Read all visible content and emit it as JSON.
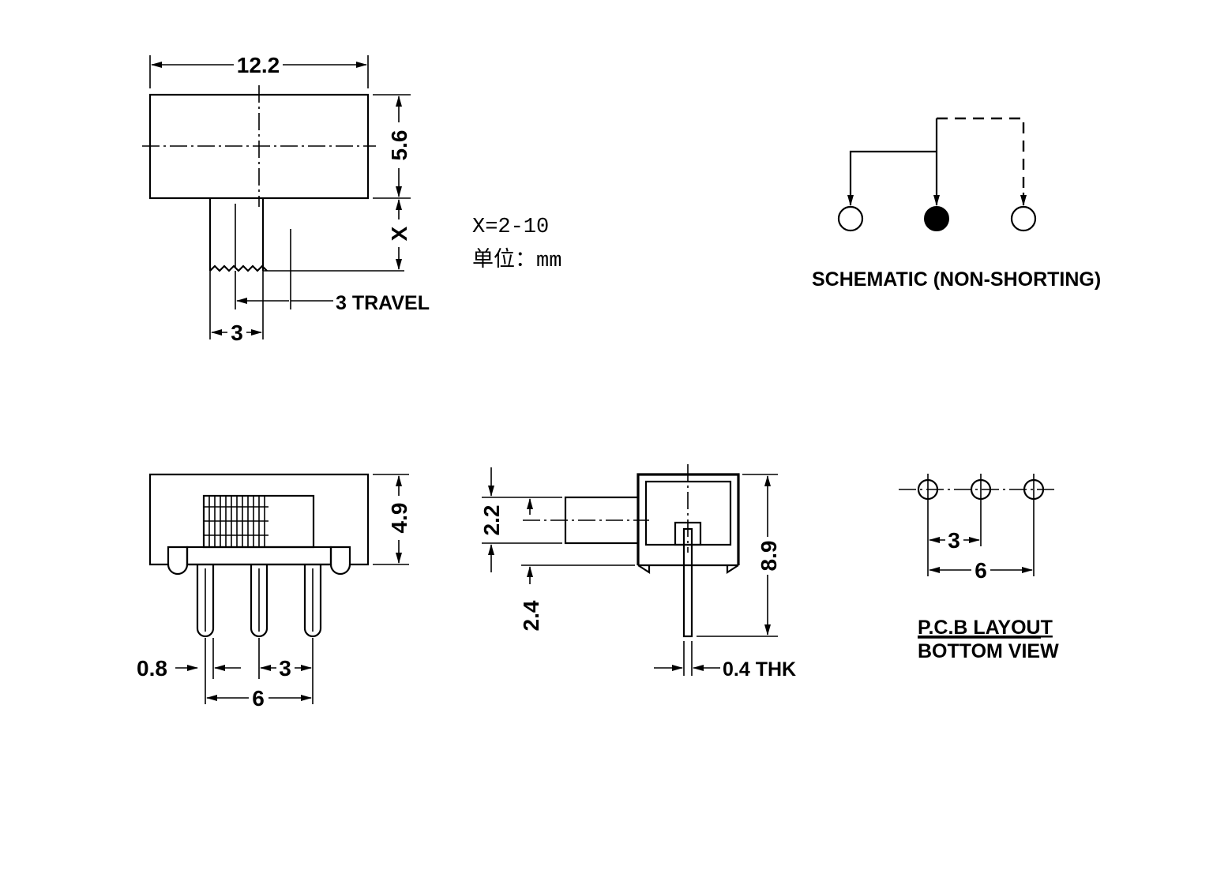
{
  "top_view": {
    "width_dim": "12.2",
    "height_dim": "5.6",
    "actuator_len_dim": "X",
    "actuator_width_dim": "3",
    "travel_label": "3 TRAVEL"
  },
  "notes": {
    "x_range": "X=2-10",
    "unit": "单位：mm"
  },
  "schematic": {
    "title": "SCHEMATIC (NON-SHORTING)",
    "contacts": [
      "open",
      "common",
      "open"
    ]
  },
  "front_view": {
    "height_dim": "4.9",
    "pin_dia_dim": "0.8",
    "pitch_dim": "3",
    "span_dim": "6"
  },
  "side_view": {
    "actuator_dim": "2.2",
    "total_height_dim": "8.9",
    "pin_length_dim": "2.4",
    "thickness_label": "0.4 THK"
  },
  "pcb_layout": {
    "title": "P.C.B LAYOUT",
    "subtitle": "BOTTOM VIEW",
    "pitch_dim": "3",
    "span_dim": "6"
  }
}
